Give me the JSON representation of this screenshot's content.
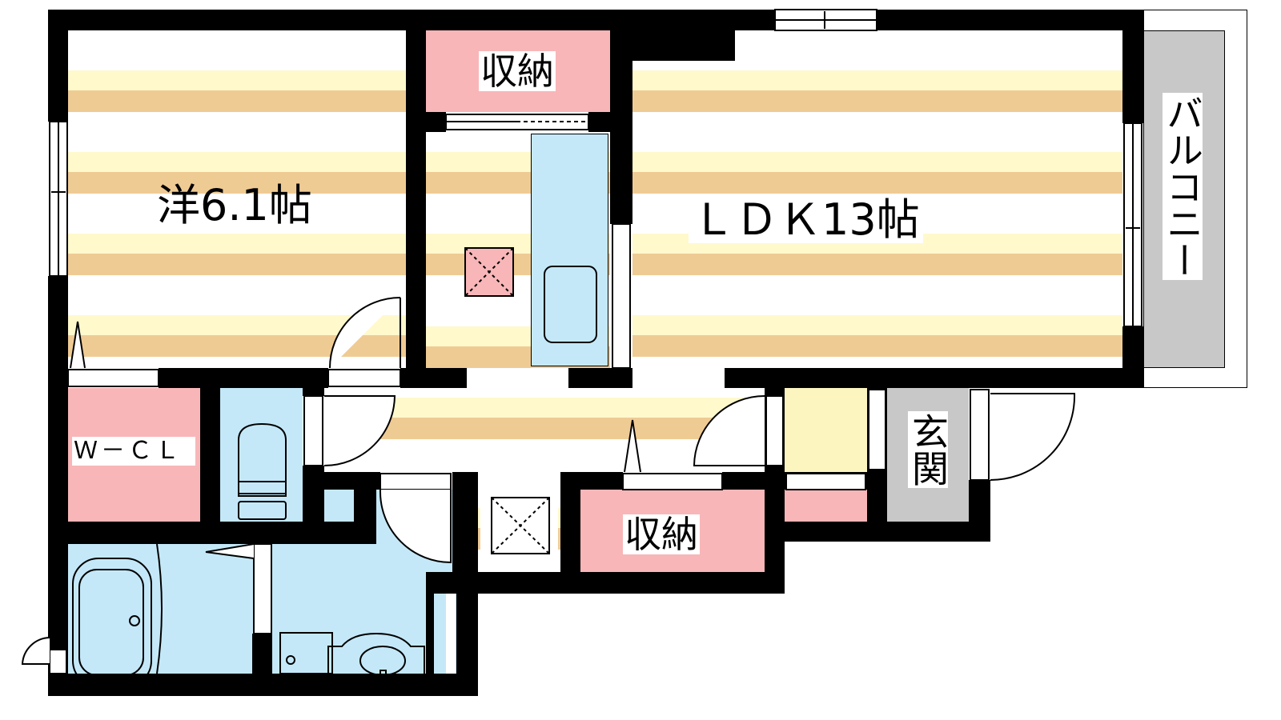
{
  "rooms": {
    "western": {
      "label": "洋6.1帖"
    },
    "ldk": {
      "label": "ＬＤＫ13帖"
    },
    "storage_top": {
      "label": "収納"
    },
    "storage_bottom": {
      "label": "収納"
    },
    "walk_in_closet": {
      "label": "Ｗ－ＣＬ"
    },
    "balcony": {
      "label": "バルコニー"
    },
    "entrance": {
      "label": "玄関"
    }
  },
  "colors": {
    "wall": "#000000",
    "storage": "#f8b6b8",
    "wet_area": "#c4e8f8",
    "floor_cream": "#fff9cc",
    "floor_tan": "#efcb94",
    "balcony": "#c8c8c8"
  }
}
